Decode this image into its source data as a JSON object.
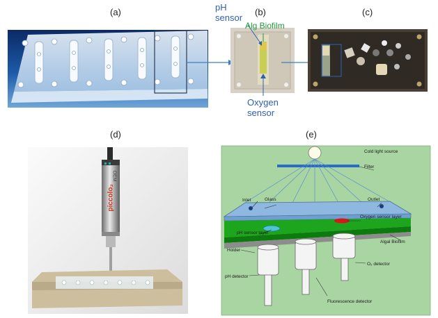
{
  "panels": {
    "a": "(a)",
    "b": "(b)",
    "c": "(c)",
    "d": "(d)",
    "e": "(e)"
  },
  "panel_b_callouts": {
    "ph_sensor": "pH sensor",
    "alg_biofilm": "Alg Biofilm",
    "oxygen_sensor": "Oxygen sensor"
  },
  "probe_text": {
    "brand": "piccolo₂",
    "oem": "OEM"
  },
  "schematic_labels": {
    "cold_light_source": "Cold light source",
    "filter": "Filter",
    "inlet": "Inlet",
    "glass": "Glass",
    "outlet": "Outlet",
    "oxygen_sensor_layer": "Oxygen sensor layer",
    "ph_sensor_layer": "pH sensor layer",
    "algal_biofilm": "Algal Biofilm",
    "holder": "Holder",
    "o2_detector": "O₂ detector",
    "ph_detector": "pH detector",
    "fluorescence_detector": "Fluorescence detector"
  },
  "colors": {
    "schematic_bg": "#a8d5a2",
    "glass": "#8fb8e0",
    "biofilm": "#1ea51e",
    "ph_spot": "#4fc4d8",
    "oxygen_spot": "#d81818",
    "sensor_accent": "#1fb5b5"
  }
}
